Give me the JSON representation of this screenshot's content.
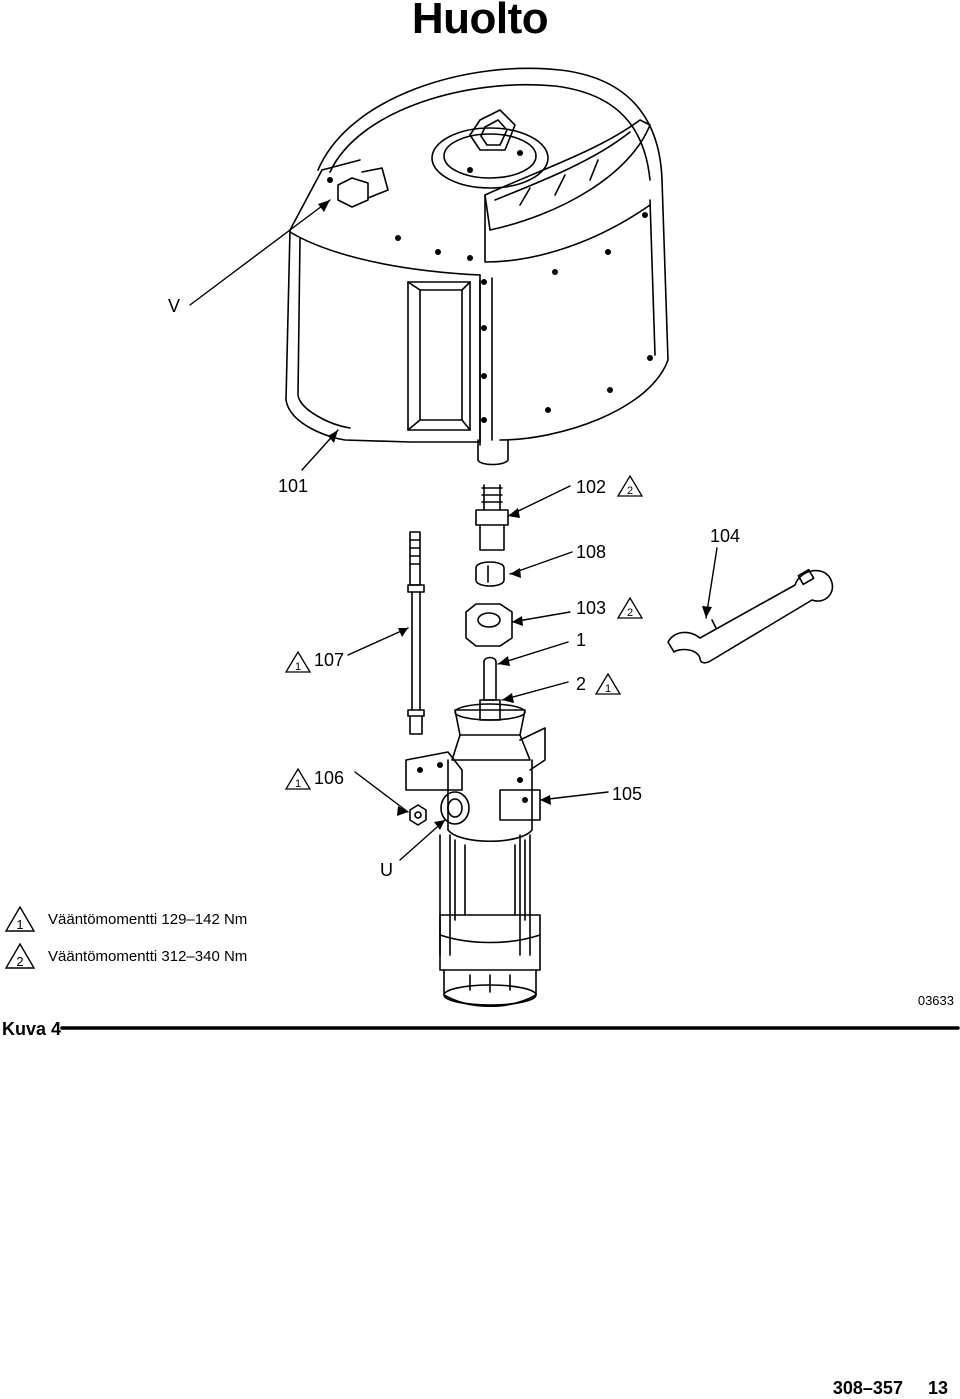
{
  "header": {
    "title": "Huolto"
  },
  "callouts": {
    "v": "V",
    "p101": "101",
    "p102": "102",
    "p108": "108",
    "p104": "104",
    "p103": "103",
    "p1": "1",
    "p2": "2",
    "p107": "107",
    "p106": "106",
    "p105": "105",
    "u": "U"
  },
  "torque_markers": {
    "one": "1",
    "two": "2"
  },
  "legend": {
    "items": [
      {
        "marker": "1",
        "text": "Vääntömomentti 129–142 Nm"
      },
      {
        "marker": "2",
        "text": "Vääntömomentti 312–340 Nm"
      }
    ]
  },
  "figure": {
    "label": "Kuva 4",
    "code": "03633"
  },
  "footer": {
    "doc_number": "308–357",
    "page_number": "13"
  }
}
